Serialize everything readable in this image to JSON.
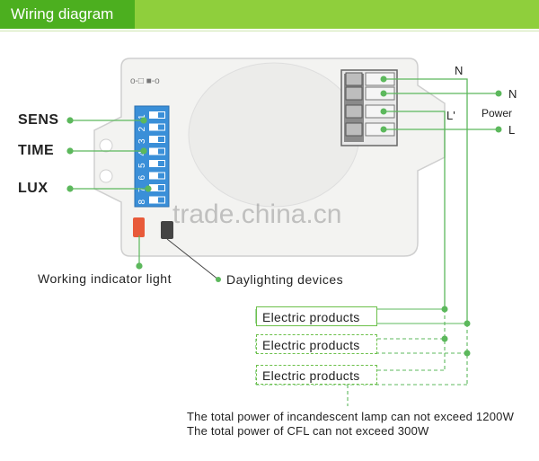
{
  "header": {
    "title": "Wiring diagram"
  },
  "labels": {
    "sens": "SENS",
    "time": "TIME",
    "lux": "LUX",
    "working_light": "Working indicator light",
    "daylighting": "Daylighting devices",
    "terminal_n_top": "N",
    "power_n": "N",
    "power": "Power",
    "power_l": "L",
    "load_l": "L'"
  },
  "dip_numbers": [
    "1",
    "2",
    "3",
    "4",
    "5",
    "6",
    "7",
    "8"
  ],
  "products": [
    {
      "label": "Electric products"
    },
    {
      "label": "Electric products"
    },
    {
      "label": "Electric products"
    }
  ],
  "notes": {
    "incandescent": "The total power of incandescent lamp can not exceed 1200W",
    "cfl": "The total power of CFL can not exceed 300W"
  },
  "watermark": "trade.china.cn",
  "device_symbol": "o-□ ■-o",
  "colors": {
    "header_green": "#4caf1f",
    "header_light": "#8fcf3c",
    "wire_green": "#5cb85c",
    "dip_blue": "#3a8fd8",
    "led_red": "#e85a3a"
  }
}
